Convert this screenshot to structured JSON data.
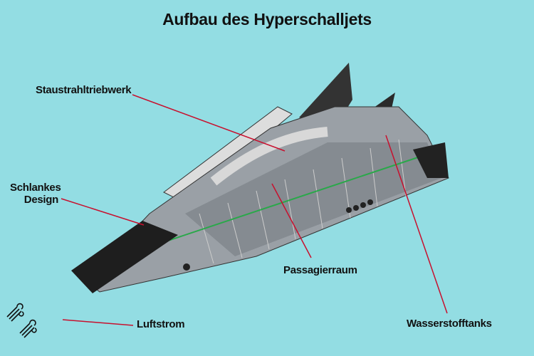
{
  "title": "Aufbau des Hyperschalljets",
  "labels": {
    "engine": "Staustrahltriebwerk",
    "design_line1": "Schlankes",
    "design_line2": "Design",
    "cabin": "Passagierraum",
    "tanks": "Wasserstofftanks",
    "airflow": "Luftstrom"
  },
  "icons": {
    "airflow": "wind-icon"
  },
  "colors": {
    "background": "#93dde3",
    "leader_line": "#c8102e"
  }
}
